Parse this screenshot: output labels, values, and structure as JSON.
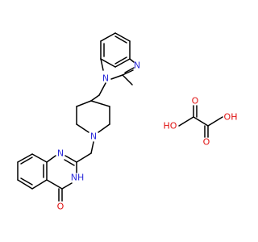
{
  "molecule": {
    "atoms": {
      "n_benzimidazole_1": "N",
      "n_benzimidazole_3": "N",
      "n_piperidine": "N",
      "n_quinazoline_1": "N",
      "nh_quinazoline_3": "NH",
      "o_quinazolinone": "O",
      "o_oxalic_ho": "HO",
      "o_oxalic_oh": "OH",
      "o_oxalic_carbonyl_1": "O",
      "o_oxalic_carbonyl_2": "O"
    },
    "colors": {
      "carbon": "#000000",
      "nitrogen": "#2b2bd9",
      "oxygen": "#e01010"
    }
  }
}
